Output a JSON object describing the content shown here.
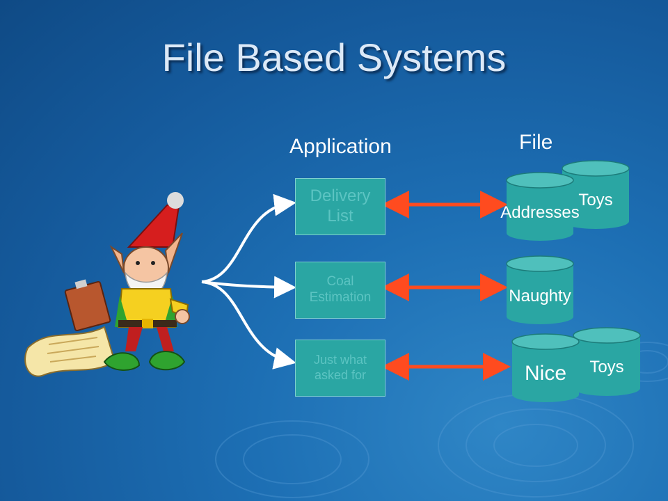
{
  "title": "File Based Systems",
  "headers": {
    "application": "Application",
    "file": "File"
  },
  "applications": [
    {
      "label": "Delivery\nList"
    },
    {
      "label": "Coal\nEstimation"
    },
    {
      "label": "Just what\nasked for"
    }
  ],
  "files": {
    "toys_top": "Toys",
    "addresses": "Addresses",
    "naughty": "Naughty",
    "nice": "Nice",
    "toys_bottom": "Toys"
  },
  "colors": {
    "app_box": "#2aa6a3",
    "cylinder": "#2aa6a3",
    "arrow": "#ff4b1f",
    "connector": "#ffffff"
  }
}
